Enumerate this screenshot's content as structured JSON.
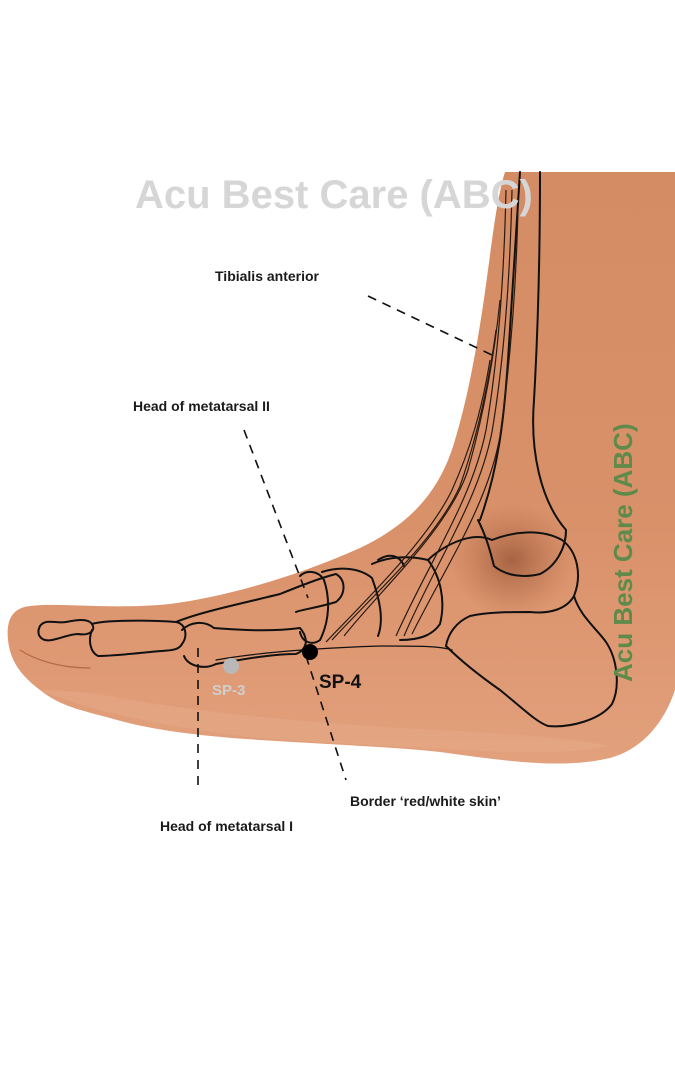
{
  "watermark": {
    "top": "Acu Best Care (ABC)",
    "side": "Acu Best Care (ABC)",
    "side_color": "#5e8a4a",
    "top_color": "#d6d6d6"
  },
  "labels": {
    "tibialis": "Tibialis anterior",
    "metatarsal_ii": "Head of metatarsal II",
    "metatarsal_i": "Head of metatarsal I",
    "border": "Border ‘red/white skin’"
  },
  "points": {
    "sp4": {
      "label": "SP-4",
      "color": "#000000"
    },
    "sp3": {
      "label": "SP-3",
      "color": "#b8b8b8"
    }
  },
  "colors": {
    "skin": "#d9916a",
    "skin_shadow": "#c47a55",
    "ankle_shadow": "#a8603f",
    "outline": "#111111"
  }
}
